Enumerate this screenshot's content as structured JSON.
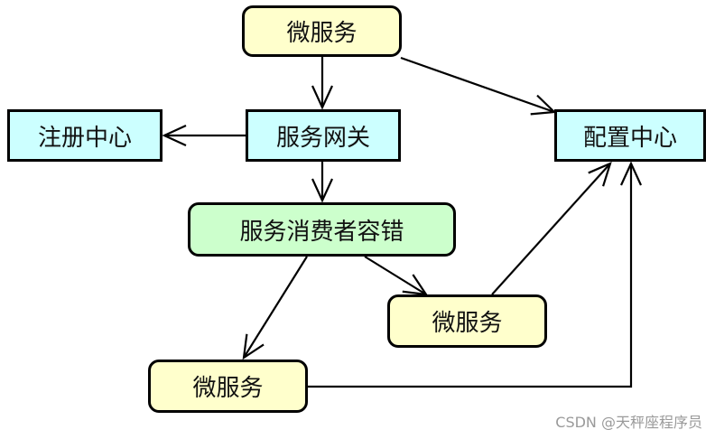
{
  "colors": {
    "service": "#ffffcc",
    "infra": "#ccffff",
    "consumer": "#ccffcc",
    "line": "#000000"
  },
  "nodes": {
    "ms_top": {
      "label": "微服务"
    },
    "registry": {
      "label": "注册中心"
    },
    "gateway": {
      "label": "服务网关"
    },
    "config": {
      "label": "配置中心"
    },
    "consumer": {
      "label": "服务消费者容错"
    },
    "ms_right": {
      "label": "微服务"
    },
    "ms_bottom": {
      "label": "微服务"
    }
  },
  "edges": [
    {
      "from": "ms_top",
      "to": "gateway"
    },
    {
      "from": "ms_top",
      "to": "config"
    },
    {
      "from": "gateway",
      "to": "registry"
    },
    {
      "from": "gateway",
      "to": "consumer"
    },
    {
      "from": "consumer",
      "to": "ms_bottom"
    },
    {
      "from": "consumer",
      "to": "ms_right"
    },
    {
      "from": "ms_right",
      "to": "config"
    },
    {
      "from": "ms_bottom",
      "to": "config"
    }
  ],
  "watermark": "CSDN @天秤座程序员"
}
